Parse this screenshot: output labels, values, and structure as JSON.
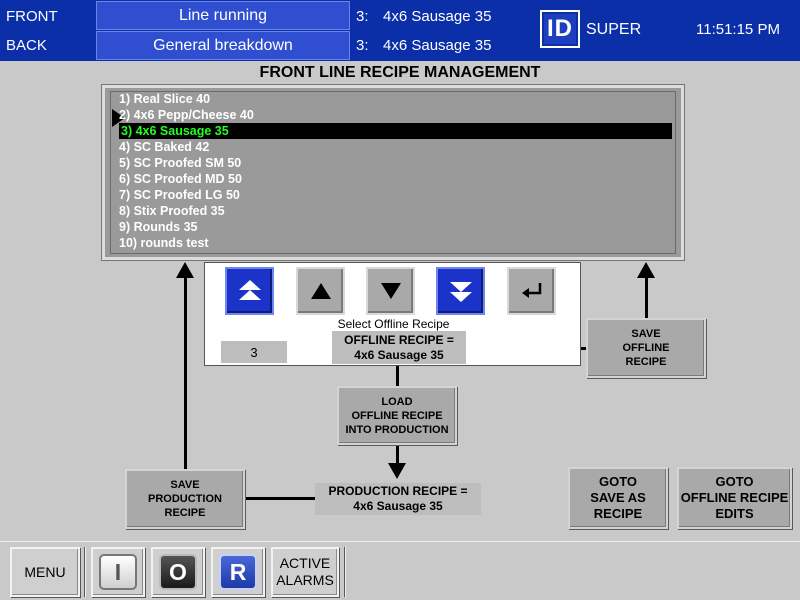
{
  "header": {
    "nav_front": "FRONT",
    "nav_back": "BACK",
    "status_line": "Line running",
    "status_breakdown": "General breakdown",
    "front_recipe_number": "3:",
    "front_recipe_name": "4x6 Sausage 35",
    "back_recipe_number": "3:",
    "back_recipe_name": "4x6 Sausage 35",
    "logo_text": "ID",
    "user": "SUPER",
    "time": "11:51:15 PM"
  },
  "page_title": "FRONT LINE RECIPE MANAGEMENT",
  "recipes": [
    "1) Real Slice 40",
    "2) 4x6 Pepp/Cheese 40",
    "3) 4x6 Sausage 35",
    "4) SC Baked 42",
    "5) SC Proofed SM 50",
    "6) SC Proofed MD 50",
    "7) SC Proofed LG 50",
    "8) Stix Proofed 35",
    "9) Rounds 35",
    "10) rounds test"
  ],
  "selected_recipe_index": 3,
  "panel": {
    "caption": "Select Offline Recipe",
    "selected_number": "3",
    "offline_label": "OFFLINE RECIPE =",
    "offline_value": "4x6 Sausage 35",
    "icons": [
      "page-up-icon",
      "line-up-icon",
      "line-down-icon",
      "page-down-icon",
      "enter-icon"
    ]
  },
  "actions": {
    "save_offline": [
      "SAVE",
      "OFFLINE",
      "RECIPE"
    ],
    "load_offline": [
      "LOAD",
      "OFFLINE RECIPE",
      "INTO PRODUCTION"
    ],
    "save_production": [
      "SAVE",
      "PRODUCTION",
      "RECIPE"
    ],
    "goto_save_as": [
      "GOTO",
      "SAVE AS",
      "RECIPE"
    ],
    "goto_offline_edits": [
      "GOTO",
      "OFFLINE RECIPE",
      "EDITS"
    ]
  },
  "production": {
    "label": "PRODUCTION RECIPE =",
    "value": "4x6 Sausage 35"
  },
  "footer": {
    "menu": "MENU",
    "start_key": "I",
    "stop_key": "O",
    "reset_key": "R",
    "alarms_line1": "ACTIVE",
    "alarms_line2": "ALARMS"
  },
  "colors": {
    "header_bg": "#0a2fa8",
    "selected_row_text": "#22ff22",
    "nav_blue_button": "#1b33c8"
  }
}
